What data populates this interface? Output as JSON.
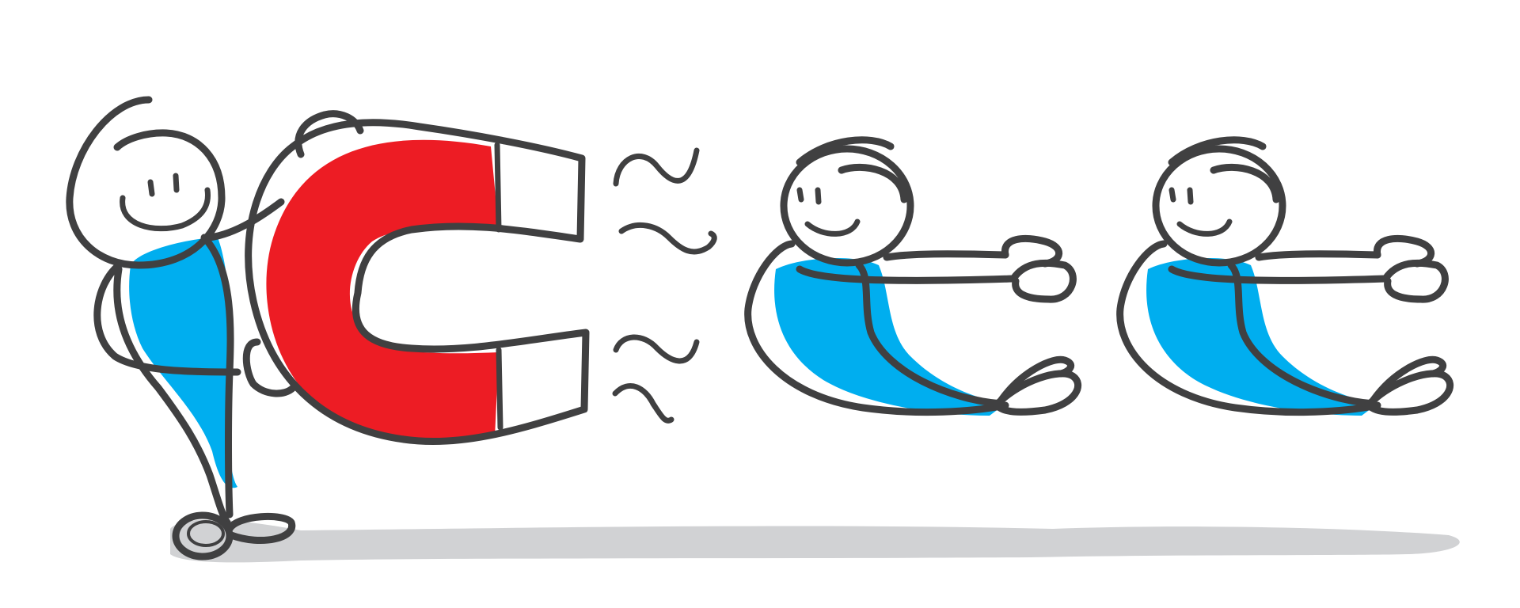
{
  "scene": {
    "description_free": true,
    "colors": {
      "background": "#ffffff",
      "ink": "#404041",
      "magnet_red": "#ed1c24",
      "shirt_blue": "#00aeef",
      "shadow_gray": "#d1d2d4"
    },
    "figures": [
      {
        "name": "stick-figure-holding-magnet",
        "pose": "standing",
        "holds": "magnet"
      },
      {
        "name": "stick-figure-attracted-1",
        "pose": "sitting-pulled"
      },
      {
        "name": "stick-figure-attracted-2",
        "pose": "sitting-pulled"
      }
    ],
    "magnet": {
      "shape": "horseshoe",
      "color": "#ed1c24",
      "field_waves": 4
    }
  }
}
